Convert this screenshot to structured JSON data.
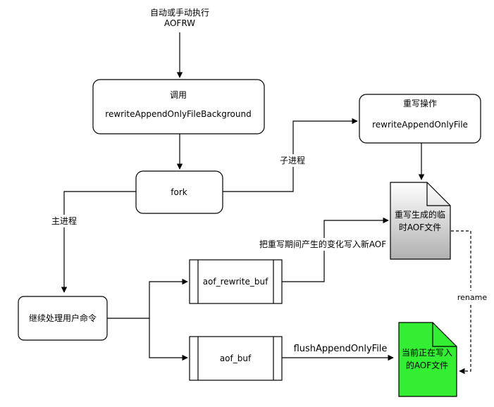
{
  "start_text": {
    "line1": "自动或手动执行",
    "line2": "AOFRW"
  },
  "nodes": {
    "call_bg": {
      "title": "调用",
      "subtitle": "rewriteAppendOnlyFileBackground"
    },
    "rewrite_op": {
      "title": "重写操作",
      "subtitle": "rewriteAppendOnlyFile"
    },
    "fork": {
      "label": "fork"
    },
    "temp_aof": {
      "line1": "重写生成的临",
      "line2": "时AOF文件",
      "fill": "#cccccc"
    },
    "continue_cmd": {
      "label": "继续处理用户命令"
    },
    "aof_rewrite_buf": {
      "label": "aof_rewrite_buf"
    },
    "aof_buf": {
      "label": "aof_buf"
    },
    "current_aof": {
      "line1": "当前正在写入",
      "line2": "的AOF文件",
      "fill": "#33ee33"
    }
  },
  "edge_labels": {
    "child_process": "子进程",
    "main_process": "主进程",
    "write_changes": "把重写期间产生的变化写入新AOF",
    "flush": "flushAppendOnlyFile",
    "rename": "rename"
  }
}
